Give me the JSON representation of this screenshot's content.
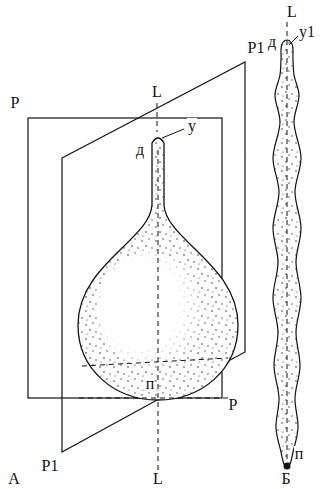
{
  "diagram": {
    "labels": [
      "L",
      "Р",
      "Р1",
      "д",
      "у",
      "п",
      "Р",
      "Р1",
      "L",
      "А",
      "L",
      "д",
      "у1",
      "п",
      "Б"
    ]
  }
}
